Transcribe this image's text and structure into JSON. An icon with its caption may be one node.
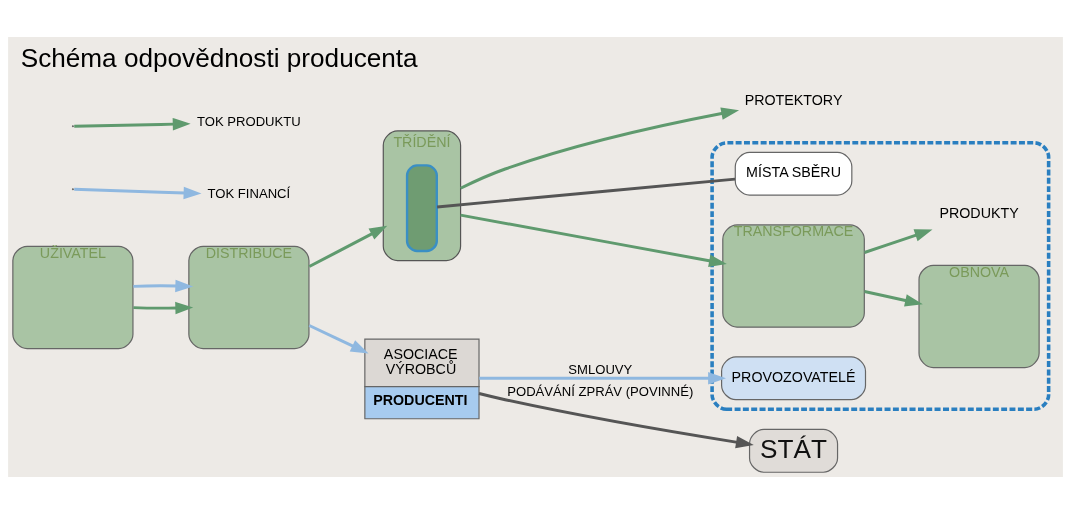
{
  "diagram": {
    "title": "Schéma odpovědnosti producenta",
    "nodes": [
      {
        "text": [
          "STÁT"
        ]
      },
      {
        "text": [
          "UŽIVATEL"
        ]
      },
      {
        "text": [
          "DISTRIBUCE"
        ]
      },
      {
        "text": [
          "TŘÍDĚNÍ"
        ]
      },
      {
        "text": [],
        "shape": "box",
        "in": 3
      },
      {
        "text": [],
        "shape": "box"
      },
      {
        "text": [
          "TRANSFORMACE"
        ],
        "in": 5
      },
      {
        "text": [
          "OBNOVA"
        ],
        "in": 5
      },
      {
        "text": [
          "PROTEKTORY"
        ]
      },
      {
        "text": [
          "MÍSTA SBĚRU"
        ],
        "in": 5
      },
      {
        "text": [
          "PRODUKTY"
        ],
        "in": 5
      },
      {
        "text": [
          "PROVOZOVATELÉ"
        ],
        "in": 5
      },
      {
        "text": [
          "ASOCIACE VÝROBCŮ",
          "PRODUCENTI"
        ]
      }
    ],
    "edges": [
      {
        "from": 1,
        "to": 2,
        "arrow": "to"
      },
      {
        "from": 2,
        "to": 3,
        "arrow": "to"
      },
      {
        "from": 3,
        "to": 6,
        "arrow": "to"
      },
      {
        "from": 6,
        "to": 7,
        "arrow": "to"
      },
      {
        "from": 3,
        "to": 8,
        "arrow": "to"
      },
      {
        "from": 6,
        "to": 10,
        "arrow": "to"
      },
      {
        "from": 4,
        "to": 9,
        "arrow": "none",
        "color": "#555555"
      },
      {
        "from": 1,
        "to": 2,
        "arrow": "to",
        "color": "#8fb8e0"
      },
      {
        "from": 2,
        "to": 12,
        "arrow": "to",
        "color": "#8fb8e0"
      },
      {
        "from": 12,
        "to": 11,
        "label": "SMLOUVY",
        "arrow": "to",
        "color": "#8fb8e0"
      },
      {
        "from": 12,
        "to": 0,
        "label": "PODÁVÁNÍ ZPRÁV (POVINNÉ)",
        "arrow": "to",
        "color": "#555555"
      }
    ],
    "legend": [
      {
        "text": "TOK PRODUKTU"
      },
      {
        "text": "TOK FINANCÍ"
      }
    ]
  }
}
